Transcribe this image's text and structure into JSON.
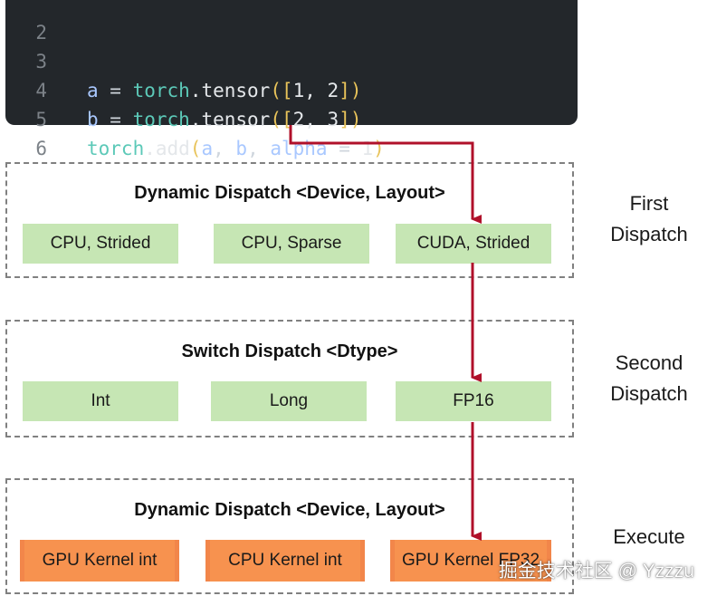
{
  "code": {
    "lines": [
      {
        "num": "2",
        "tokens": []
      },
      {
        "num": "3",
        "tokens": [
          [
            "c-var",
            "a"
          ],
          [
            "c-op",
            " = "
          ],
          [
            "c-mod",
            "torch"
          ],
          [
            "c-fn",
            ".tensor"
          ],
          [
            "c-br",
            "(["
          ],
          [
            "c-num",
            "1, 2"
          ],
          [
            "c-br",
            "])"
          ]
        ]
      },
      {
        "num": "4",
        "tokens": [
          [
            "c-var",
            "b"
          ],
          [
            "c-op",
            " = "
          ],
          [
            "c-mod",
            "torch"
          ],
          [
            "c-fn",
            ".tensor"
          ],
          [
            "c-br",
            "(["
          ],
          [
            "c-num",
            "2, 3"
          ],
          [
            "c-br",
            "])"
          ]
        ]
      },
      {
        "num": "5",
        "tokens": [
          [
            "c-mod",
            "torch"
          ],
          [
            "c-fn",
            ".add"
          ],
          [
            "c-br",
            "("
          ],
          [
            "c-var",
            "a"
          ],
          [
            "c-op",
            ", "
          ],
          [
            "c-var",
            "b"
          ],
          [
            "c-op",
            ", "
          ],
          [
            "c-kw",
            "alpha"
          ],
          [
            "c-op",
            " = "
          ],
          [
            "c-num",
            "1"
          ],
          [
            "c-br",
            ")"
          ]
        ]
      },
      {
        "num": "6",
        "tokens": []
      }
    ]
  },
  "groups": [
    {
      "title": "Dynamic Dispatch <Device, Layout>",
      "side_label_line1": "First",
      "side_label_line2": "Dispatch",
      "boxes": [
        "CPU, Strided",
        "CPU, Sparse",
        "CUDA, Strided"
      ]
    },
    {
      "title": "Switch Dispatch <Dtype>",
      "side_label_line1": "Second",
      "side_label_line2": "Dispatch",
      "boxes": [
        "Int",
        "Long",
        "FP16"
      ]
    },
    {
      "title": "Dynamic Dispatch <Device, Layout>",
      "side_label_line1": "Execute",
      "side_label_line2": "",
      "boxes": [
        "GPU Kernel int",
        "CPU Kernel int",
        "GPU Kernel FP32"
      ]
    }
  ],
  "watermark": "掘金技术社区 @ Yzzzu",
  "colors": {
    "code_bg": "#23272b",
    "box_green": "#c6e6b4",
    "box_orange": "#f7924f",
    "arrow": "#b0102a",
    "dashed_border": "#808080"
  }
}
